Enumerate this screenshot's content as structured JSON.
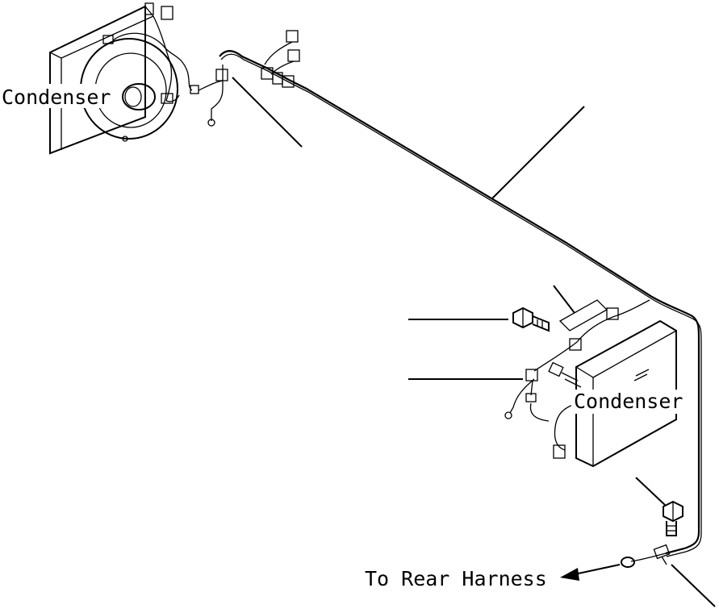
{
  "labels": {
    "condenser_left": "Condenser",
    "condenser_right": "Condenser",
    "to_rear_harness": "To Rear Harness"
  },
  "colors": {
    "ink": "#000000",
    "paper": "#ffffff"
  }
}
